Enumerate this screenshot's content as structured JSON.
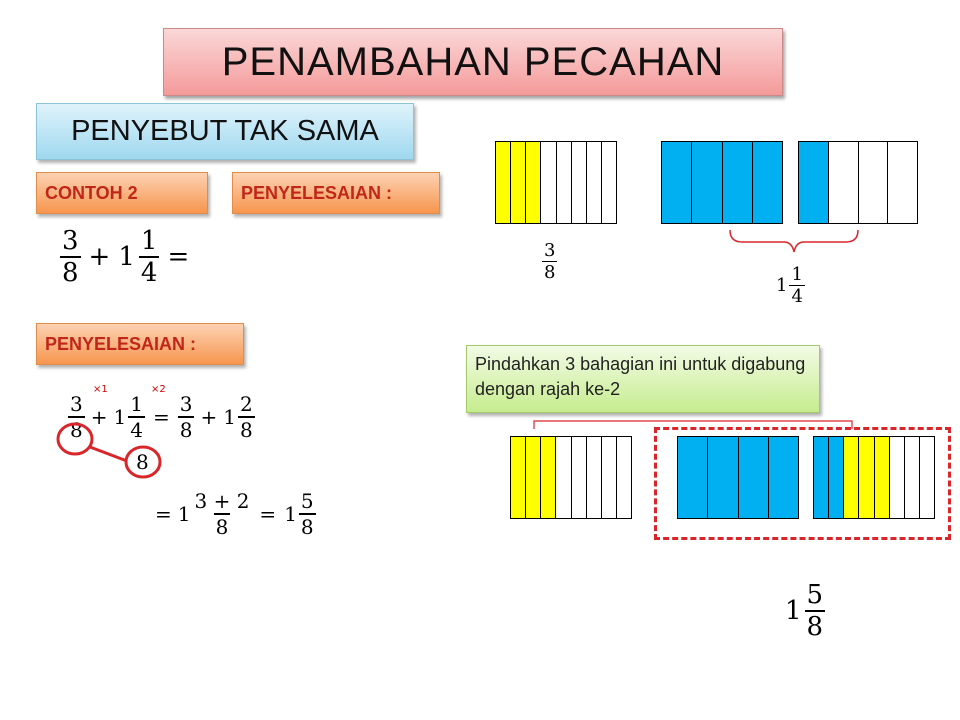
{
  "title": "PENAMBAHAN PECAHAN",
  "subtitle": "PENYEBUT TAK SAMA",
  "labels": {
    "example": "CONTOH  2",
    "solution_top": "PENYELESAIAN :",
    "solution_left": "PENYELESAIAN :"
  },
  "question": {
    "num": "3",
    "den": "8",
    "plus": "+",
    "whole": "1",
    "num2": "1",
    "den2": "4",
    "equals": "="
  },
  "working": {
    "mult1": "×1",
    "mult2": "×2",
    "line1": {
      "a_num": "3",
      "a_den": "8",
      "plus": "+",
      "b_whole": "1",
      "b_num": "1",
      "b_den": "4",
      "eq": "=",
      "c_num": "3",
      "c_den": "8",
      "plus2": "+",
      "d_whole": "1",
      "d_num": "2",
      "d_den": "8"
    },
    "circled_lcd": "8",
    "line2": {
      "eq": "=",
      "whole": "1",
      "num": "3 + 2",
      "den": "8",
      "eq2": "=",
      "whole2": "1",
      "num2": "5",
      "den2": "8"
    }
  },
  "diagram_labels": {
    "three_eighths": {
      "num": "3",
      "den": "8"
    },
    "one_quarter": {
      "whole": "1",
      "num": "1",
      "den": "4"
    }
  },
  "note": "Pindahkan 3 bahagian ini untuk digabung dengan rajah ke-2",
  "result": {
    "whole": "1",
    "num": "5",
    "den": "8"
  },
  "colors": {
    "yellow": "#ffff00",
    "blue": "#00b0f0",
    "red": "#d9262b"
  },
  "strips": {
    "top_a": [
      "y",
      "y",
      "y",
      "w",
      "w",
      "w",
      "w",
      "w"
    ],
    "top_b": [
      "b",
      "b",
      "b",
      "b"
    ],
    "top_c": [
      "b",
      "w",
      "w",
      "w"
    ],
    "bot_a": [
      "y",
      "y",
      "y",
      "w",
      "w",
      "w",
      "w",
      "w"
    ],
    "bot_b": [
      "b",
      "b",
      "b",
      "b"
    ],
    "bot_c": [
      "b",
      "b",
      "y",
      "y",
      "y",
      "w",
      "w",
      "w"
    ]
  }
}
